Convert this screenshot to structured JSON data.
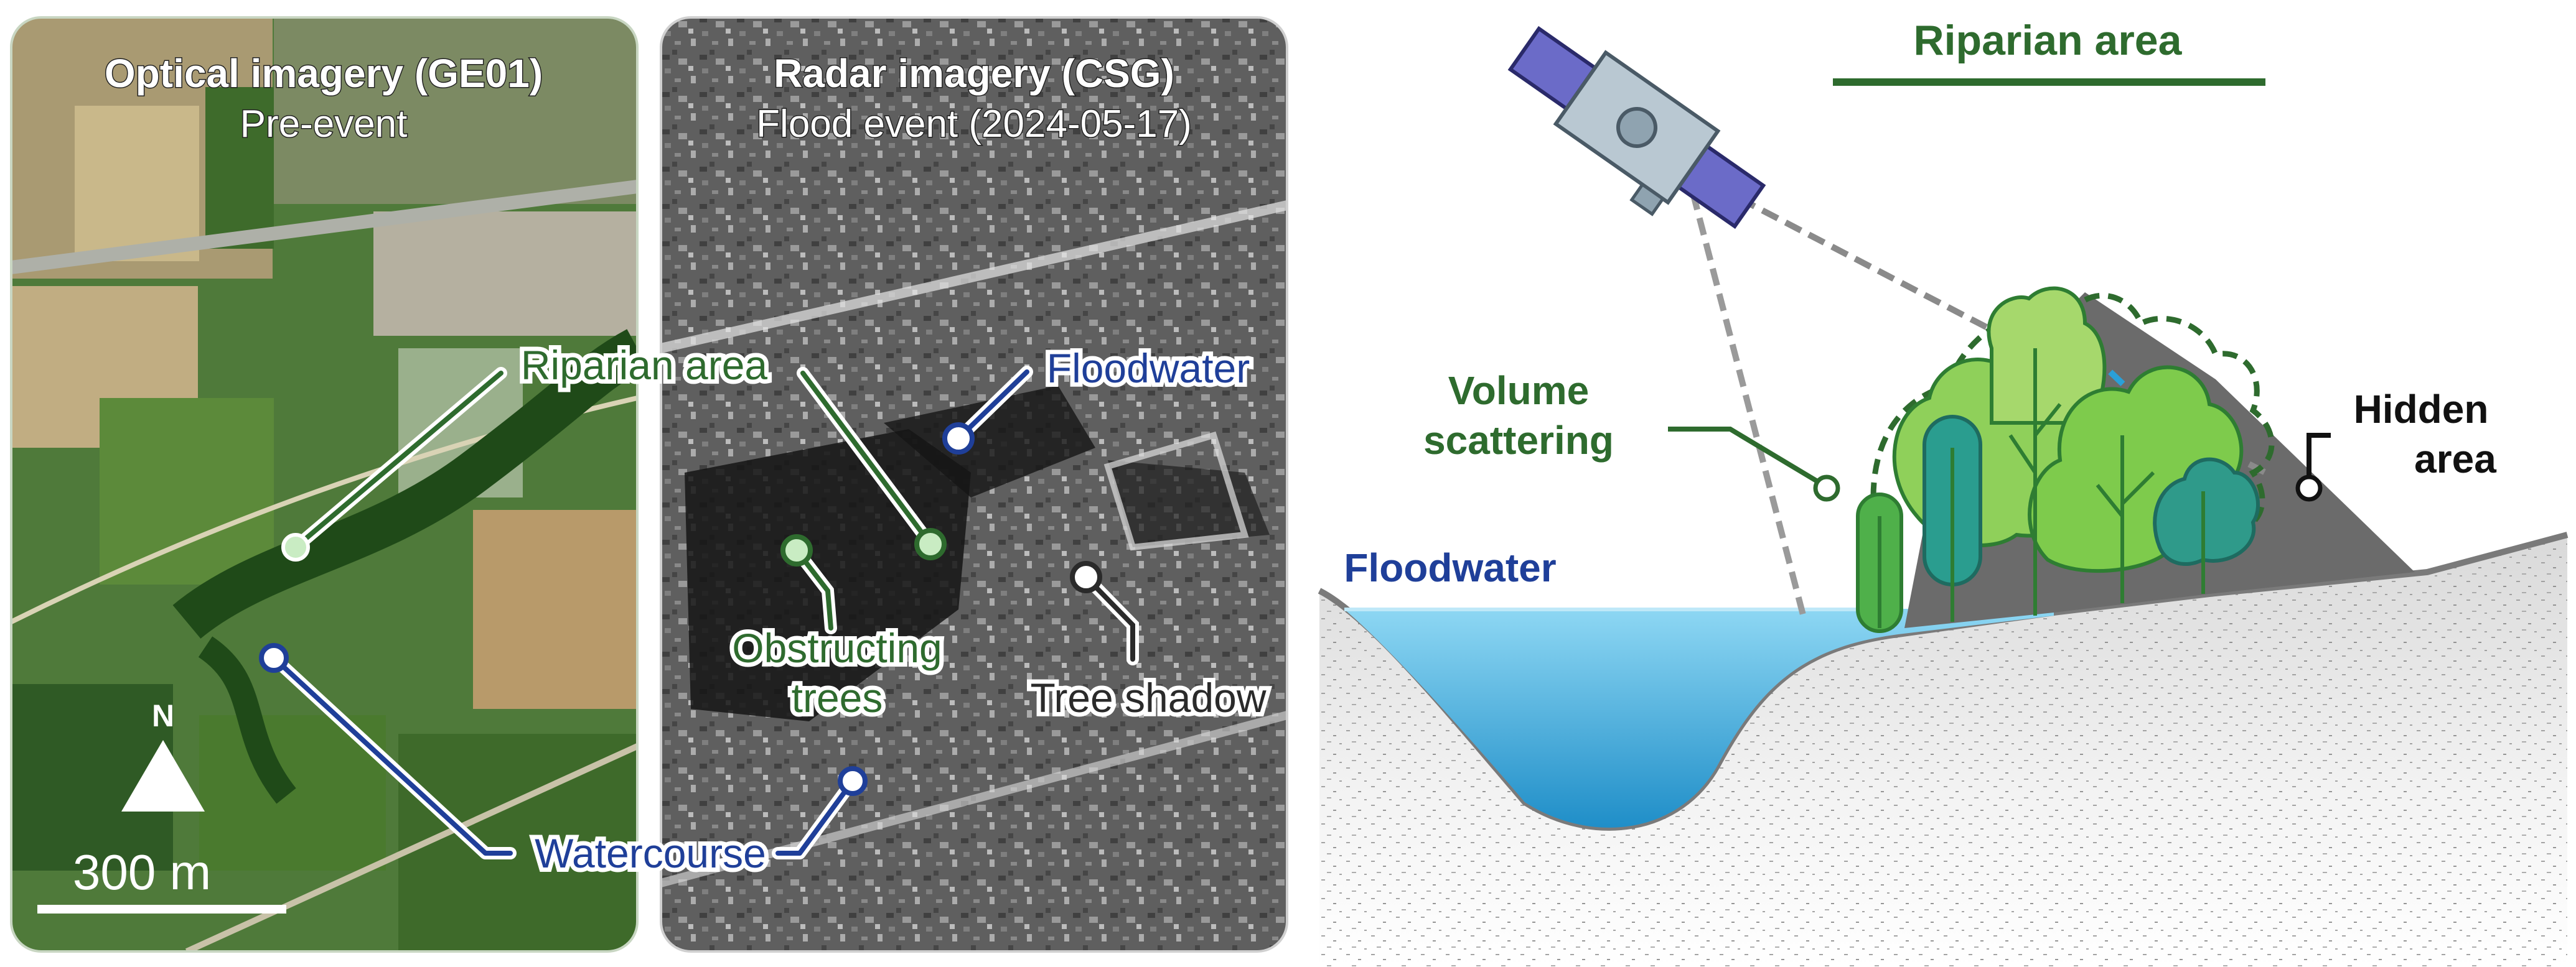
{
  "optical_panel": {
    "title": "Optical imagery (GE01)",
    "subtitle": "Pre-event",
    "north_label": "N",
    "scale_label": "300 m"
  },
  "radar_panel": {
    "title": "Radar imagery (CSG)",
    "subtitle": "Flood event (2024-05-17)"
  },
  "callouts": {
    "riparian_area": "Riparian area",
    "floodwater": "Floodwater",
    "obstructing_trees_line1": "Obstructing",
    "obstructing_trees_line2": "trees",
    "tree_shadow": "Tree shadow",
    "watercourse": "Watercourse"
  },
  "schematic": {
    "riparian_title": "Riparian area",
    "volume_scattering_line1": "Volume",
    "volume_scattering_line2": "scattering",
    "hidden_area_line1": "Hidden",
    "hidden_area_line2": "area",
    "floodwater": "Floodwater"
  },
  "colors": {
    "blue_label": "#1f3f99",
    "green_label": "#2e6b2e",
    "light_green_marker": "#c9ecc3",
    "white_marker": "#ffffff"
  }
}
